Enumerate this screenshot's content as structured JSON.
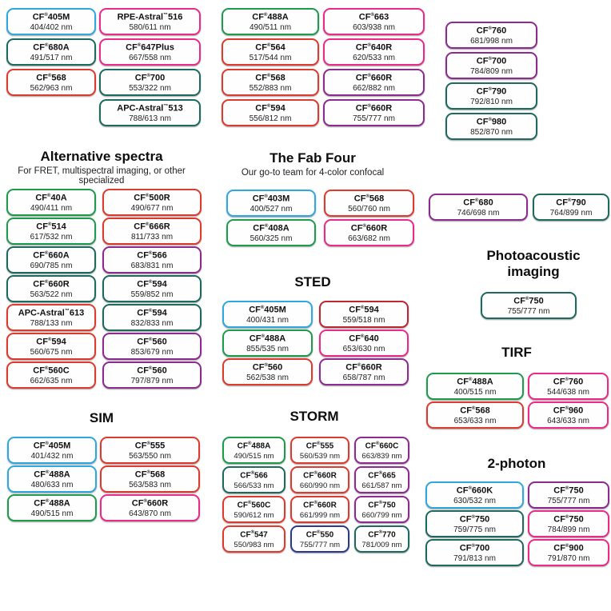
{
  "palette": {
    "blue": "#2fa8e1",
    "green": "#1f9b4e",
    "teal": "#1d6a5f",
    "red": "#e03a2e",
    "crimson": "#bf2730",
    "pink": "#eb2a8a",
    "purple": "#8d2b90",
    "navy": "#2b3a8f"
  },
  "sections": {
    "alternative": {
      "title": "Alternative spectra",
      "subtitle": "For FRET, multispectral imaging, or other specialized"
    },
    "fab_four": {
      "title": "The Fab Four",
      "subtitle": "Our go-to team for 4-color confocal"
    },
    "photoacoustic": {
      "title": "Photoacoustic imaging"
    },
    "sted": {
      "title": "STED"
    },
    "tirf": {
      "title": "TIRF"
    },
    "sim": {
      "title": "SIM"
    },
    "storm": {
      "title": "STORM"
    },
    "two_photon": {
      "title": "2-photon"
    }
  },
  "chart_data": {
    "type": "table",
    "note": "Fluorescent dye selection guide; each pill shows dye name and excitation/emission wavelengths in nm",
    "groups": {
      "top_col1": {
        "pills": [
          {
            "name": "CF®405M",
            "value": "404/402 nm",
            "color": "blue"
          },
          {
            "name": "CF®680A",
            "value": "491/517 nm",
            "color": "teal"
          },
          {
            "name": "CF®568",
            "value": "562/963 nm",
            "color": "red"
          }
        ]
      },
      "top_col2": {
        "pills": [
          {
            "name": "RPE-Astral™516",
            "value": "580/611 nm",
            "color": "pink"
          },
          {
            "name": "CF®647Plus",
            "value": "667/558 nm",
            "color": "pink"
          },
          {
            "name": "CF®700",
            "value": "553/322 nm",
            "color": "teal"
          },
          {
            "name": "APC-Astral™513",
            "value": "788/613 nm",
            "color": "teal"
          }
        ]
      },
      "top_col3": {
        "pills": [
          {
            "name": "CF®488A",
            "value": "490/511 nm",
            "color": "green"
          },
          {
            "name": "CF®564",
            "value": "517/544 nm",
            "color": "red"
          },
          {
            "name": "CF®568",
            "value": "552/883 nm",
            "color": "red"
          },
          {
            "name": "CF®594",
            "value": "556/812 nm",
            "color": "red"
          }
        ]
      },
      "top_col4": {
        "pills": [
          {
            "name": "CF®663",
            "value": "603/938 nm",
            "color": "pink"
          },
          {
            "name": "CF®640R",
            "value": "620/533 nm",
            "color": "pink"
          },
          {
            "name": "CF®660R",
            "value": "662/882 nm",
            "color": "purple"
          },
          {
            "name": "CF®660R",
            "value": "755/777 nm",
            "color": "purple"
          }
        ]
      },
      "top_col5": {
        "pills": [
          {
            "name": "CF®760",
            "value": "681/998 nm",
            "color": "purple"
          },
          {
            "name": "CF®700",
            "value": "784/809 nm",
            "color": "purple"
          },
          {
            "name": "CF®790",
            "value": "792/810 nm",
            "color": "teal"
          },
          {
            "name": "CF®980",
            "value": "852/870 nm",
            "color": "teal"
          }
        ]
      },
      "alternative": {
        "pills": [
          {
            "name": "CF®40A",
            "value": "490/411 nm",
            "color": "green"
          },
          {
            "name": "CF®500R",
            "value": "490/677 nm",
            "color": "red"
          },
          {
            "name": "CF®514",
            "value": "617/532 nm",
            "color": "green"
          },
          {
            "name": "CF®666R",
            "value": "811/733 nm",
            "color": "red"
          },
          {
            "name": "CF®660A",
            "value": "690/785 nm",
            "color": "teal"
          },
          {
            "name": "CF®566",
            "value": "683/831 nm",
            "color": "purple"
          },
          {
            "name": "CF®660R",
            "value": "563/522 nm",
            "color": "teal"
          },
          {
            "name": "CF®594",
            "value": "559/852 nm",
            "color": "teal"
          },
          {
            "name": "APC-Astral™613",
            "value": "788/133 nm",
            "color": "red"
          },
          {
            "name": "CF®594",
            "value": "832/833 nm",
            "color": "teal"
          },
          {
            "name": "CF®594",
            "value": "560/675 nm",
            "color": "red"
          },
          {
            "name": "CF®560",
            "value": "853/679 nm",
            "color": "purple"
          },
          {
            "name": "CF®560C",
            "value": "662/635 nm",
            "color": "red"
          },
          {
            "name": "CF®560",
            "value": "797/879 nm",
            "color": "purple"
          }
        ]
      },
      "fab_four": {
        "pills": [
          {
            "name": "CF®403M",
            "value": "400/527 nm",
            "color": "blue"
          },
          {
            "name": "CF®568",
            "value": "560/760 nm",
            "color": "red"
          },
          {
            "name": "CF®408A",
            "value": "560/325 nm",
            "color": "green"
          },
          {
            "name": "CF®660R",
            "value": "663/682 nm",
            "color": "pink"
          }
        ]
      },
      "pair": {
        "pills": [
          {
            "name": "CF®680",
            "value": "746/698 nm",
            "color": "purple"
          },
          {
            "name": "CF®790",
            "value": "764/899 nm",
            "color": "teal"
          }
        ]
      },
      "photoacoustic": {
        "pills": [
          {
            "name": "CF®750",
            "value": "755/777 nm",
            "color": "teal"
          }
        ]
      },
      "sted": {
        "pills": [
          {
            "name": "CF®405M",
            "value": "400/431 nm",
            "color": "blue"
          },
          {
            "name": "CF®594",
            "value": "559/518 nm",
            "color": "crimson"
          },
          {
            "name": "CF®488A",
            "value": "855/535 nm",
            "color": "green"
          },
          {
            "name": "CF®640",
            "value": "653/630 nm",
            "color": "pink"
          },
          {
            "name": "CF®560",
            "value": "562/538 nm",
            "color": "red"
          },
          {
            "name": "CF®660R",
            "value": "658/787 nm",
            "color": "purple"
          }
        ]
      },
      "tirf": {
        "pills": [
          {
            "name": "CF®488A",
            "value": "400/515 nm",
            "color": "green"
          },
          {
            "name": "CF®760",
            "value": "544/638 nm",
            "color": "pink"
          },
          {
            "name": "CF®568",
            "value": "653/633 nm",
            "color": "red"
          },
          {
            "name": "CF®960",
            "value": "643/633 nm",
            "color": "pink"
          }
        ]
      },
      "sim": {
        "pills": [
          {
            "name": "CF®405M",
            "value": "401/432 nm",
            "color": "blue"
          },
          {
            "name": "CF®555",
            "value": "563/550 nm",
            "color": "red"
          },
          {
            "name": "CF®488A",
            "value": "480/633 nm",
            "color": "blue"
          },
          {
            "name": "CF®568",
            "value": "563/583 nm",
            "color": "red"
          },
          {
            "name": "CF®488A",
            "value": "490/515 nm",
            "color": "green"
          },
          {
            "name": "CF®660R",
            "value": "643/870 nm",
            "color": "pink"
          }
        ]
      },
      "storm": {
        "pills": [
          {
            "name": "CF®488A",
            "value": "490/515 nm",
            "color": "green"
          },
          {
            "name": "CF®555",
            "value": "560/539 nm",
            "color": "red"
          },
          {
            "name": "CF®660C",
            "value": "663/839 nm",
            "color": "purple"
          },
          {
            "name": "CF®566",
            "value": "566/533 nm",
            "color": "teal"
          },
          {
            "name": "CF®660R",
            "value": "660/990 nm",
            "color": "red"
          },
          {
            "name": "CF®665",
            "value": "661/587 nm",
            "color": "purple"
          },
          {
            "name": "CF®560C",
            "value": "590/612 nm",
            "color": "red"
          },
          {
            "name": "CF®660R",
            "value": "661/999 nm",
            "color": "red"
          },
          {
            "name": "CF®750",
            "value": "660/799 nm",
            "color": "purple"
          },
          {
            "name": "CF®547",
            "value": "550/983 nm",
            "color": "red"
          },
          {
            "name": "CF®550",
            "value": "755/777 nm",
            "color": "navy"
          },
          {
            "name": "CF®770",
            "value": "781/009 nm",
            "color": "teal"
          }
        ]
      },
      "two_photon": {
        "pills": [
          {
            "name": "CF®660K",
            "value": "630/532 nm",
            "color": "blue"
          },
          {
            "name": "CF®750",
            "value": "755/777 nm",
            "color": "purple"
          },
          {
            "name": "CF®750",
            "value": "759/775 nm",
            "color": "teal"
          },
          {
            "name": "CF®750",
            "value": "784/899 nm",
            "color": "pink"
          },
          {
            "name": "CF®700",
            "value": "791/813 nm",
            "color": "teal"
          },
          {
            "name": "CF®900",
            "value": "791/870 nm",
            "color": "pink"
          }
        ]
      }
    }
  }
}
